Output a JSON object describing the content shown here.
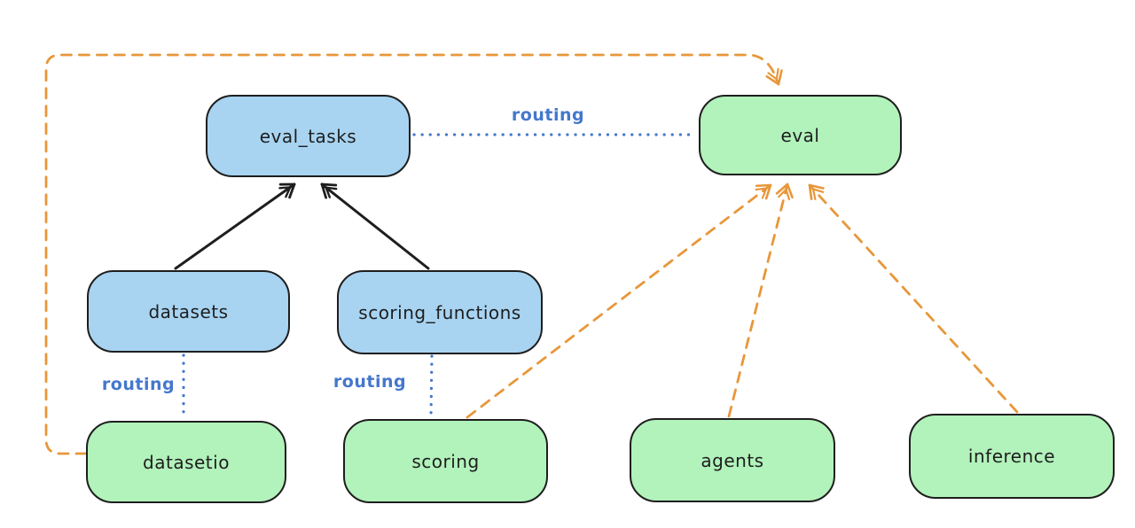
{
  "diagram": {
    "colors": {
      "background": "#ffffff",
      "node_border": "#1e1e1e",
      "blue_node_fill": "#a8d4f2",
      "green_node_fill": "#b2f2bb",
      "routing_blue": "#4477cd",
      "orange_dashed": "#e8973a",
      "black_arrow": "#1e1e1e"
    },
    "nodes": [
      {
        "id": "eval_tasks",
        "label": "eval_tasks",
        "color": "blue"
      },
      {
        "id": "eval",
        "label": "eval",
        "color": "green"
      },
      {
        "id": "datasets",
        "label": "datasets",
        "color": "blue"
      },
      {
        "id": "scoring_functions",
        "label": "scoring_functions",
        "color": "blue"
      },
      {
        "id": "datasetio",
        "label": "datasetio",
        "color": "green"
      },
      {
        "id": "scoring",
        "label": "scoring",
        "color": "green"
      },
      {
        "id": "agents",
        "label": "agents",
        "color": "green"
      },
      {
        "id": "inference",
        "label": "inference",
        "color": "green"
      }
    ],
    "edges": [
      {
        "from": "datasets",
        "to": "eval_tasks",
        "style": "solid-black-arrow"
      },
      {
        "from": "scoring_functions",
        "to": "eval_tasks",
        "style": "solid-black-arrow"
      },
      {
        "from": "eval_tasks",
        "to": "eval",
        "style": "dotted-blue",
        "label": "routing"
      },
      {
        "from": "datasets",
        "to": "datasetio",
        "style": "dotted-blue",
        "label": "routing"
      },
      {
        "from": "scoring_functions",
        "to": "scoring",
        "style": "dotted-blue",
        "label": "routing"
      },
      {
        "from": "datasetio",
        "to": "eval",
        "style": "dashed-orange-arrow"
      },
      {
        "from": "scoring",
        "to": "eval",
        "style": "dashed-orange-arrow"
      },
      {
        "from": "agents",
        "to": "eval",
        "style": "dashed-orange-arrow"
      },
      {
        "from": "inference",
        "to": "eval",
        "style": "dashed-orange-arrow"
      }
    ]
  }
}
